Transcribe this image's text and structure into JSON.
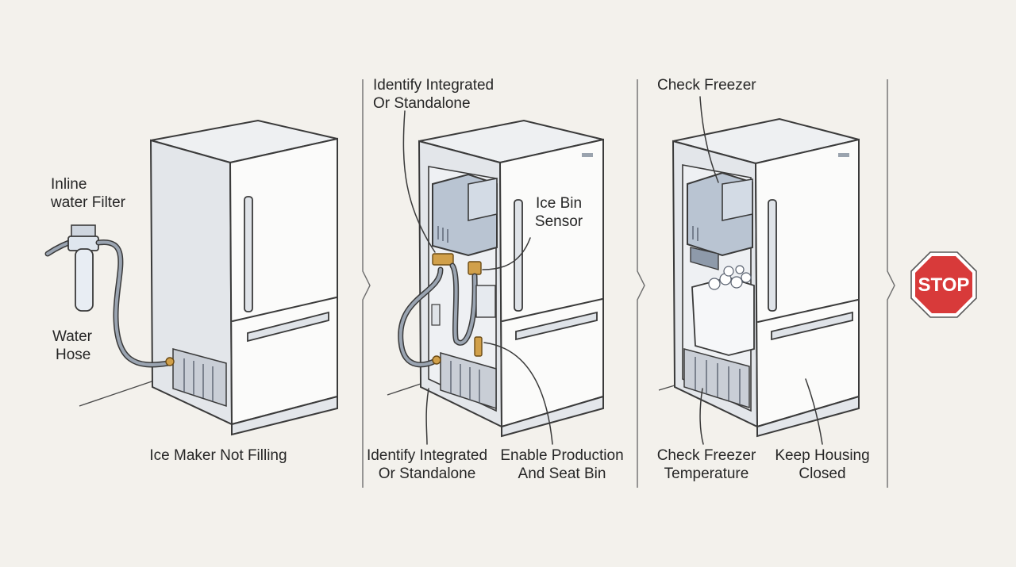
{
  "panels": [
    {
      "id": "panel-1",
      "caption": "Ice Maker Not Filling",
      "callouts": {
        "filter_line1": "Inline",
        "filter_line2": "water Filter",
        "hose_line1": "Water",
        "hose_line2": "Hose"
      }
    },
    {
      "id": "panel-2",
      "top_line1": "Identify Integrated",
      "top_line2": "Or Standalone",
      "sensor_line1": "Ice Bin",
      "sensor_line2": "Sensor",
      "caption_left_line1": "Identify Integrated",
      "caption_left_line2": "Or Standalone",
      "caption_right_line1": "Enable Production",
      "caption_right_line2": "And Seat Bin"
    },
    {
      "id": "panel-3",
      "top_label": "Check Freezer",
      "caption_left_line1": "Check Freezer",
      "caption_left_line2": "Temperature",
      "caption_right_line1": "Keep Housing",
      "caption_right_line2": "Closed"
    }
  ],
  "stop_sign": {
    "text": "STOP",
    "color": "#d83a3a"
  }
}
